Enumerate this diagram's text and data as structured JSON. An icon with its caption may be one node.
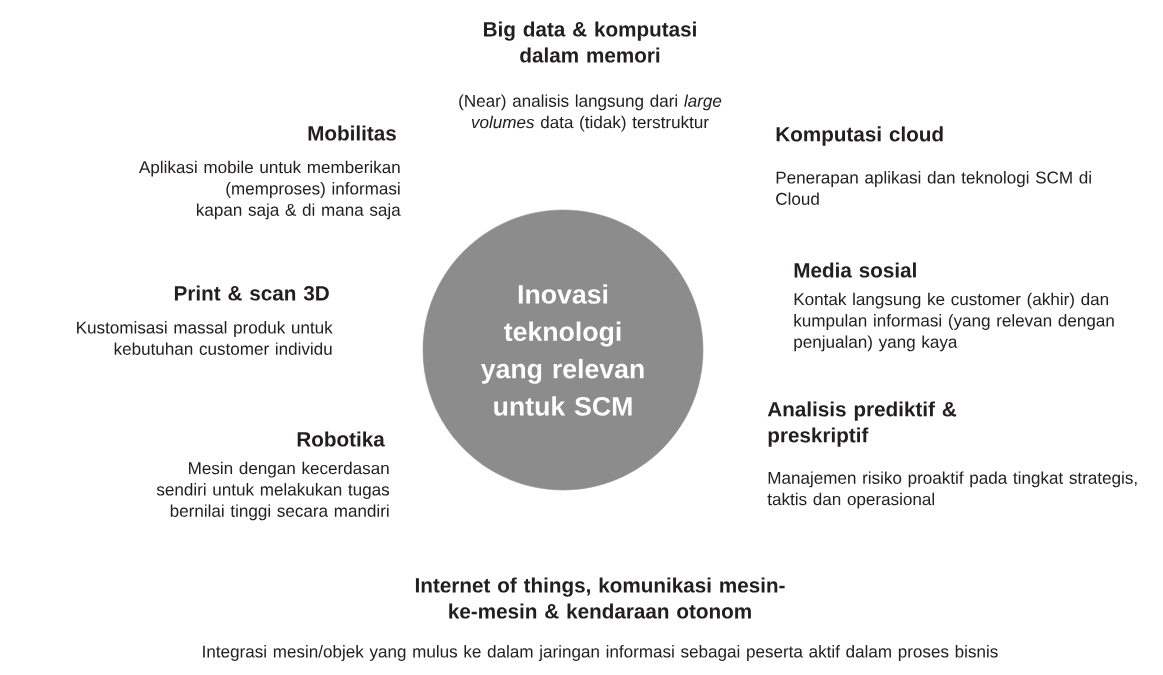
{
  "diagram": {
    "nodes": [
      {
        "text": [
          "Inovasi teknologi yang relevan untuk SCM"
        ]
      }
    ],
    "labels": [
      "Big data & komputasi dalam memori",
      "(Near) analisis langsung dari *large volumes* data (tidak) terstruktur",
      "Mobilitas",
      "Aplikasi mobile untuk memberikan (memproses) informasi kapan saja & di mana saja",
      "Komputasi cloud",
      "Penerapan aplikasi dan teknologi SCM di Cloud",
      "Print & scan 3D",
      "Kustomisasi massal produk untuk kebutuhan customer individu",
      "Media sosial",
      "Kontak langsung ke customer (akhir) dan kumpulan informasi (yang relevan dengan penjualan) yang kaya",
      "Robotika",
      "Mesin dengan kecerdasan sendiri untuk melakukan tugas bernilai tinggi secara mandiri",
      "Analisis prediktif & preskriptif",
      "Manajemen risiko proaktif pada tingkat strategis, taktis dan operasional",
      "Internet of things, komunikasi mesin-ke-mesin & kendaraan otonom",
      "Integrasi mesin/objek yang mulus ke dalam jaringan informasi sebagai peserta aktif dalam proses bisnis"
    ]
  }
}
